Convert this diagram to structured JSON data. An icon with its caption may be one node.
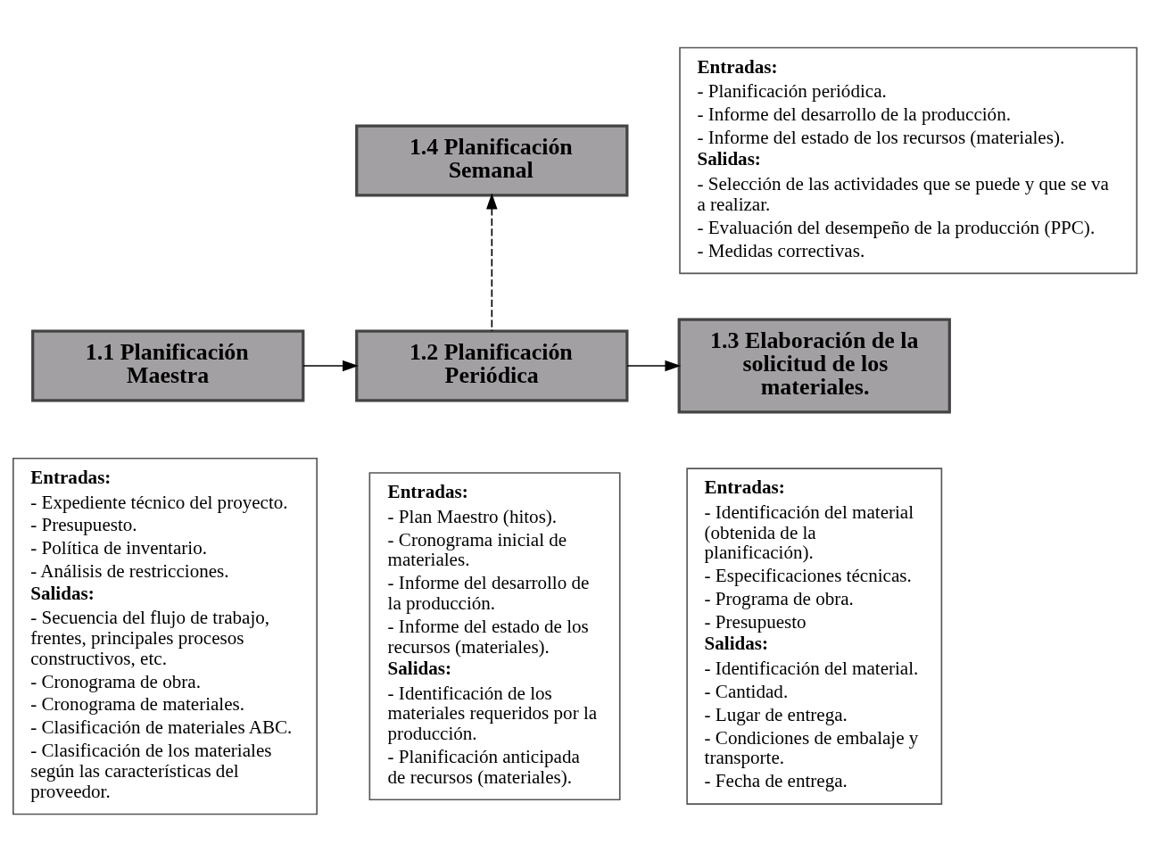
{
  "diagram": {
    "nodes": [
      {
        "text": [
          "1.4 Planificación Semanal"
        ]
      },
      {
        "text": [
          "Entradas:",
          "- Planificación periódica.",
          "- Informe del desarrollo de la producción.",
          "- Informe del estado de los recursos (materiales).",
          "Salidas:",
          "- Selección de las actividades que se puede y que se va a realizar.",
          "- Evaluación del desempeño de la producción (PPC).",
          "- Medidas correctivas."
        ]
      },
      {
        "text": [
          "1.1 Planificación Maestra"
        ]
      },
      {
        "text": [
          "1.2 Planificación Periódica"
        ]
      },
      {
        "text": [
          "1.3 Elaboración de la solicitud de los materiales."
        ]
      },
      {
        "text": [
          "Entradas:",
          "- Expediente técnico del proyecto.",
          "- Presupuesto.",
          "- Política de inventario.",
          "- Análisis de restricciones.",
          "Salidas:",
          "- Secuencia del flujo de trabajo, frentes, principales procesos constructivos, etc.",
          "- Cronograma de obra.",
          "- Cronograma de materiales.",
          "- Clasificación de materiales ABC.",
          "- Clasificación de los materiales según las características del proveedor."
        ]
      },
      {
        "text": [
          "Entradas:",
          "- Plan Maestro (hitos).",
          "- Cronograma inicial de materiales.",
          "- Informe del desarrollo de la producción.",
          "- Informe del estado de los recursos (materiales).",
          "Salidas:",
          "- Identificación de los materiales requeridos por la producción.",
          "- Planificación anticipada de recursos (materiales)."
        ]
      },
      {
        "text": [
          "Entradas:",
          "- Identificación del material (obtenida de la planificación).",
          "- Especificaciones técnicas.",
          "- Programa de obra.",
          "- Presupuesto",
          "Salidas:",
          "- Identificación del material.",
          "- Cantidad.",
          "- Lugar de entrega.",
          "- Condiciones de embalaje y transporte.",
          "- Fecha de entrega."
        ]
      }
    ],
    "edges": [
      {
        "from": 2,
        "to": 3,
        "arrow": "to"
      },
      {
        "from": 3,
        "to": 4,
        "arrow": "to"
      },
      {
        "from": 3,
        "to": 0,
        "arrow": "to",
        "style": "dashed"
      }
    ]
  }
}
